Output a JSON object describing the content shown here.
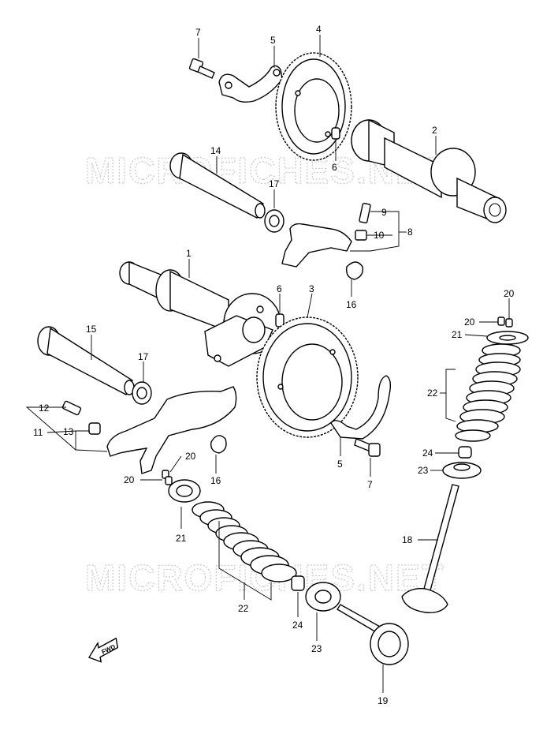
{
  "watermark": {
    "text": "MICROFICHES.NET"
  },
  "fwd_arrow": {
    "label": "FWD"
  },
  "callouts": {
    "c1": "1",
    "c2": "2",
    "c3": "3",
    "c4": "4",
    "c5_top": "5",
    "c5_mid": "5",
    "c6_top": "6",
    "c6_mid": "6",
    "c7_top": "7",
    "c7_mid": "7",
    "c8": "8",
    "c9": "9",
    "c10": "10",
    "c11": "11",
    "c12": "12",
    "c13": "13",
    "c14": "14",
    "c15": "15",
    "c16_top": "16",
    "c16_mid": "16",
    "c17_top": "17",
    "c17_mid": "17",
    "c18": "18",
    "c19": "19",
    "c20_a": "20",
    "c20_b": "20",
    "c20_c": "20",
    "c20_d": "20",
    "c21_a": "21",
    "c21_b": "21",
    "c22_a": "22",
    "c22_b": "22",
    "c23_a": "23",
    "c23_b": "23",
    "c24_a": "24",
    "c24_b": "24"
  }
}
